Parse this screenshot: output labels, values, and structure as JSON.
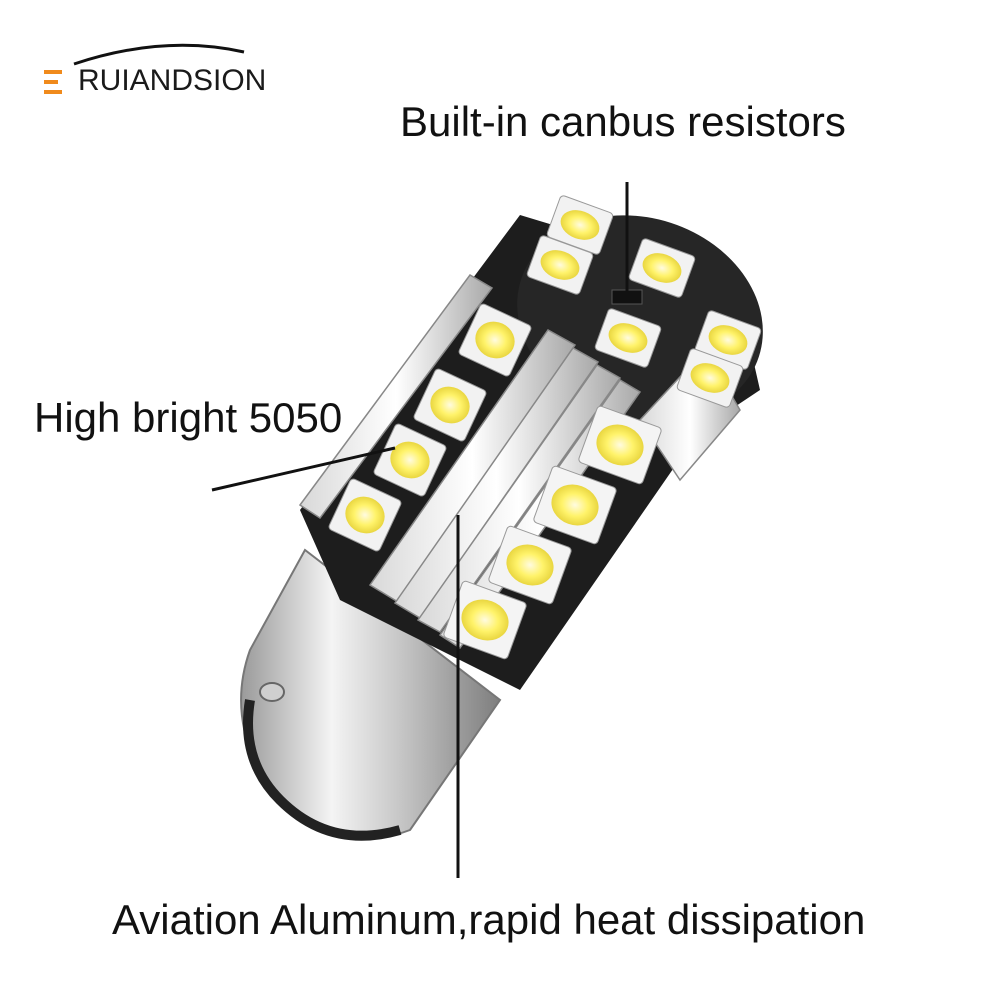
{
  "brand": {
    "name": "RUIANDSION",
    "accent_color": "#f08a1c"
  },
  "annotations": {
    "resistors": "Built-in canbus resistors",
    "leds": "High bright 5050",
    "housing": "Aviation Aluminum,rapid heat dissipation"
  },
  "image": {
    "subject": "led-bulb-icon"
  }
}
